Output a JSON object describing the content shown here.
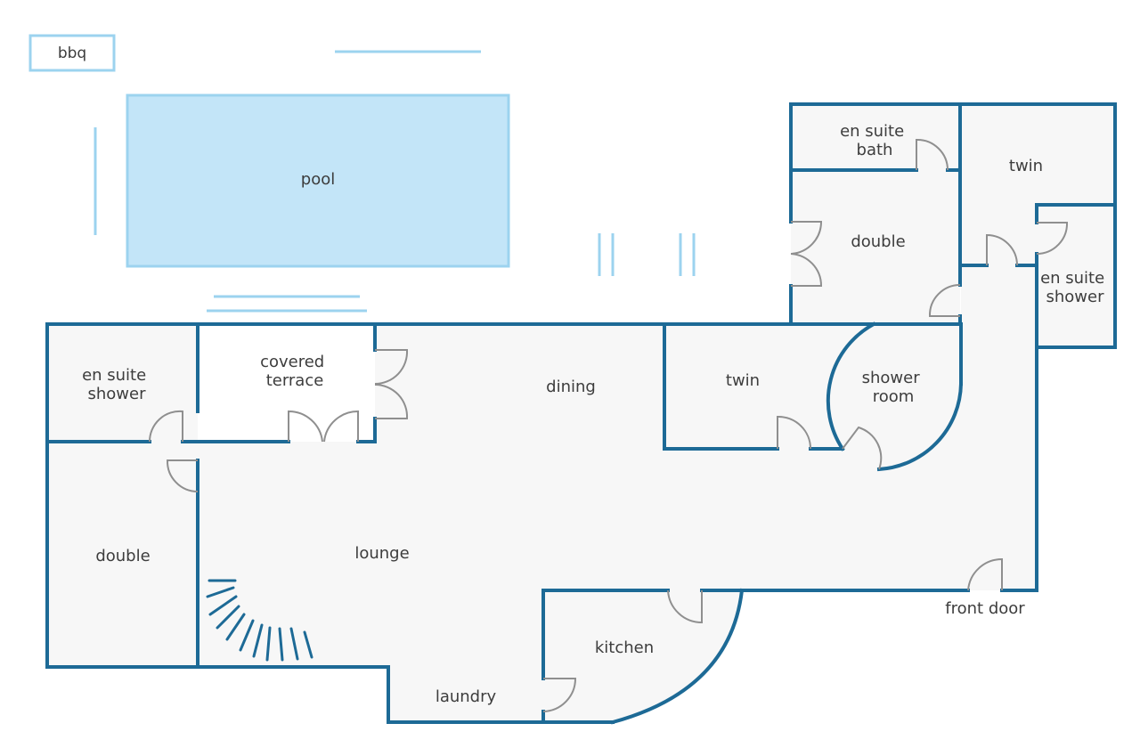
{
  "colors": {
    "wall": "#1d6a96",
    "floor": "#f7f7f7",
    "pool_fill": "#c3e5f8",
    "pool_edge": "#9cd3ef",
    "door": "#8f8f8f",
    "text": "#3d3d3d"
  },
  "labels": {
    "bbq": "bbq",
    "pool": "pool",
    "en_suite_bath": [
      "en suite",
      "bath"
    ],
    "twin_ne": "twin",
    "double_ne": "double",
    "en_suite_shower_ne": [
      "en suite",
      "shower"
    ],
    "en_suite_shower_w": [
      "en suite",
      "shower"
    ],
    "covered_terrace": [
      "covered",
      "terrace"
    ],
    "dining": "dining",
    "twin_mid": "twin",
    "shower_room": [
      "shower",
      "room"
    ],
    "double_w": "double",
    "lounge": "lounge",
    "kitchen": "kitchen",
    "laundry": "laundry",
    "front_door": "front door"
  }
}
